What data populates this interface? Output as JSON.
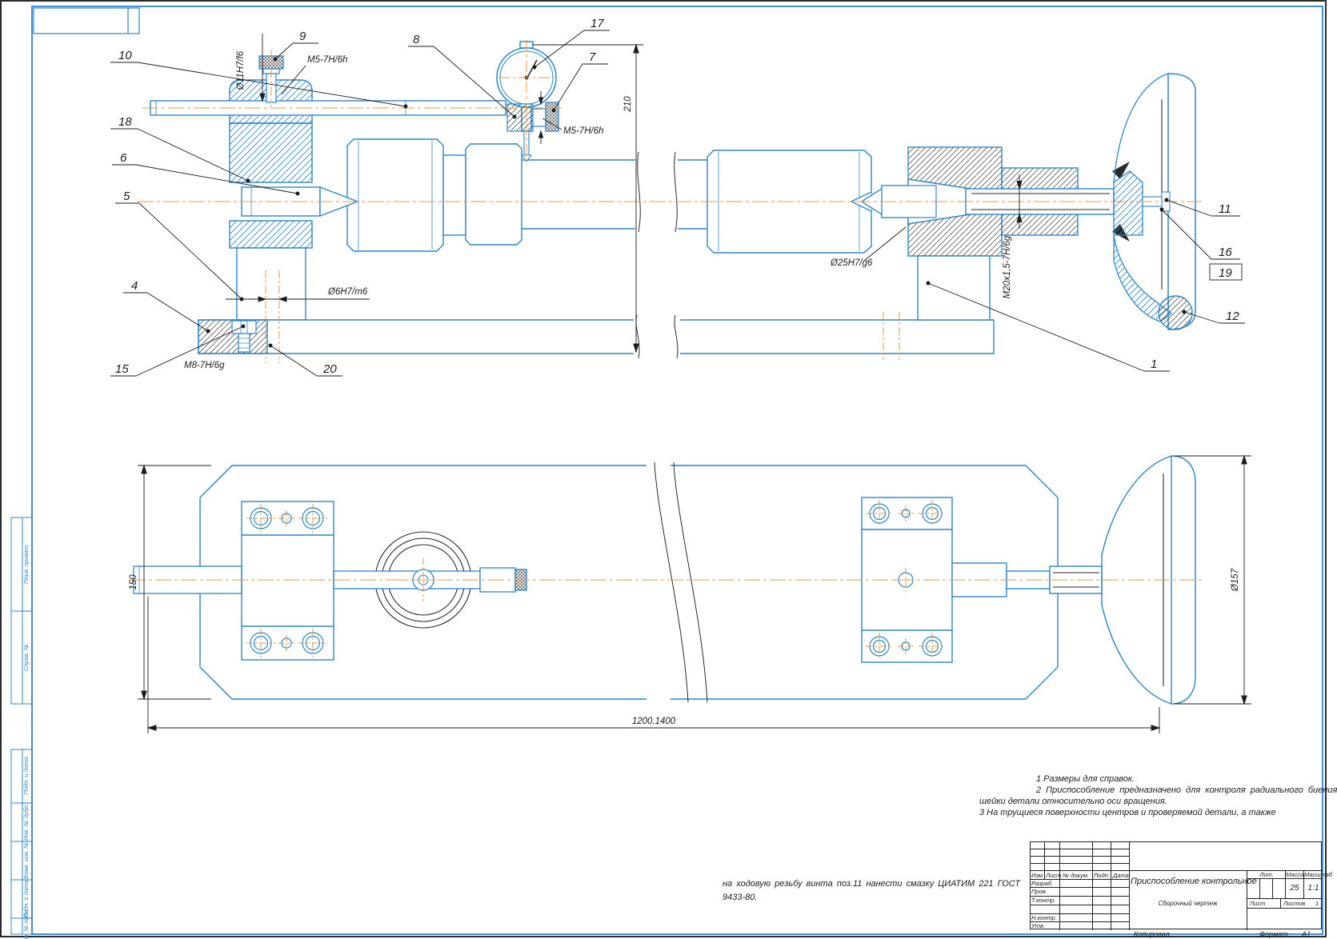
{
  "drawing": {
    "callouts": {
      "c1": "1",
      "c4": "4",
      "c5": "5",
      "c6": "6",
      "c7": "7",
      "c8": "8",
      "c9": "9",
      "c10": "10",
      "c11": "11",
      "c12": "12",
      "c15": "15",
      "c16": "16",
      "c17": "17",
      "c18": "18",
      "c19": "19",
      "c20": "20"
    },
    "dims": {
      "rod_fit": "Ø11H7/f6",
      "m5": "M5-7H/6h",
      "height": "210",
      "bore_fit": "Ø25H7/g6",
      "thread_m20": "M20x1,5-7H/6g",
      "pin_fit": "Ø6H7/m6",
      "thread_m8": "M8-7H/6g",
      "width": "150",
      "wheel_dia": "Ø157",
      "length": "1200.1400"
    }
  },
  "notes": {
    "items": [
      "1 Размеры для справок.",
      "2 Приспособление  предназначено  для  контроля  радиального  биения",
      "шейки детали относительно оси вращения.",
      "3 На трущиеся поверхности центров и проверяемой детали, а также"
    ],
    "bottom_line1": "на  ходовую  резьбу  винта  поз.11  нанести  смазку  ЦИАТИМ  221  ГОСТ",
    "bottom_line2": "9433-80."
  },
  "frame": {
    "left_fields": [
      "Перв. примен.",
      "Справ. №",
      "Подп. и дата",
      "Инв. № дубл.",
      "Взам. инв. №",
      "Подп. и дата",
      "Инв. № подл."
    ]
  },
  "title_block": {
    "title": "Приспособление контрольное",
    "subtitle": "Сборочный чертеж",
    "col_izm": "Изм.",
    "col_list": "Лист",
    "col_doc": "№ докум.",
    "col_sign": "Подп.",
    "col_date": "Дата",
    "row_dev": "Разраб.",
    "row_check": "Пров.",
    "row_tcontr": "Т.контр.",
    "row_ncontr": "Н.контр.",
    "row_approve": "Утв.",
    "lit": "Лит.",
    "mass": "Масса",
    "mass_value": "25",
    "scale": "Масштаб",
    "scale_value": "1:1",
    "sheet": "Лист",
    "sheets": "Листов",
    "sheets_value": "1",
    "copied": "Копировал",
    "format": "Формат",
    "format_value": "А1"
  }
}
